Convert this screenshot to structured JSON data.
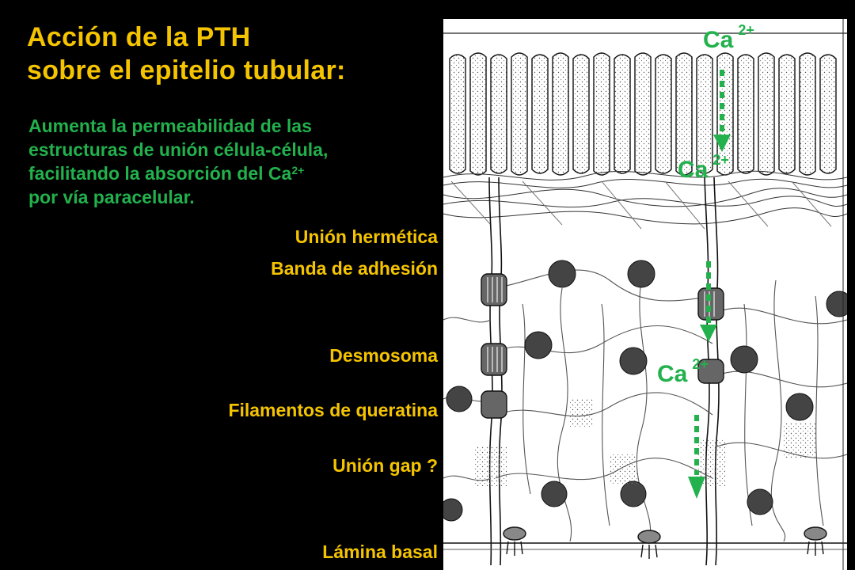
{
  "title": {
    "line1": "Acción de la PTH",
    "line2": "sobre el epitelio tubular:"
  },
  "description": {
    "line1": "Aumenta la permeabilidad de las",
    "line2": "estructuras de unión célula-célula,",
    "line3_prefix": "facilitando la absorción del Ca",
    "line3_sup": "2+",
    "line4": "por vía paracelular."
  },
  "labels": {
    "tight_junction": "Unión hermética",
    "adhesion_belt": "Banda de adhesión",
    "desmosome": "Desmosoma",
    "keratin_filaments": "Filamentos de queratina",
    "gap_junction": "Unión gap ?",
    "basal_lamina": "Lámina basal"
  },
  "ion_labels": {
    "ion": "Ca",
    "charge": "2+"
  },
  "colors": {
    "title": "#f5c400",
    "description": "#22b14c",
    "labels": "#f5c400",
    "arrows": "#22b14c",
    "background": "#000000"
  }
}
